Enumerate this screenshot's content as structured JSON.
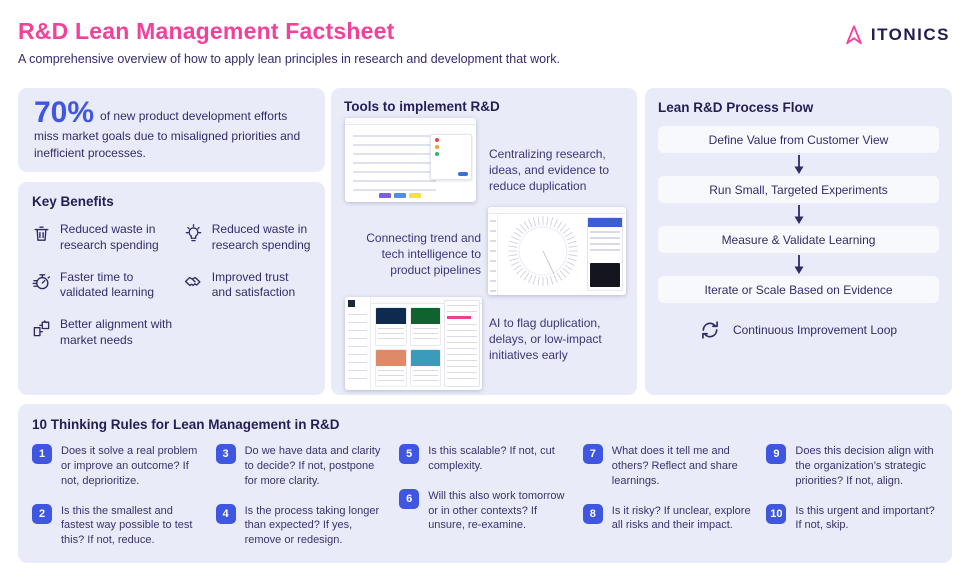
{
  "colors": {
    "accent_pink": "#f2419a",
    "accent_blue": "#4157e2",
    "navy": "#332c6b",
    "panel_bg": "#e9ebf8",
    "badge_blue": "#3f56e0"
  },
  "header": {
    "title": "R&D Lean Management Factsheet",
    "subtitle": "A comprehensive overview of how to apply lean principles in research and development that work.",
    "brand": "ITONICS",
    "logo_icon": "itonics-arrow-icon"
  },
  "stat_box": {
    "value": "70%",
    "text": "of new product development efforts miss market goals due to misaligned priorities and inefficient processes."
  },
  "key_benefits": {
    "heading": "Key Benefits",
    "items": [
      {
        "icon": "trash-icon",
        "label": "Reduced waste in research spending"
      },
      {
        "icon": "lightbulb-icon",
        "label": "Reduced waste in research spending"
      },
      {
        "icon": "stopwatch-icon",
        "label": "Faster time to validated learning"
      },
      {
        "icon": "handshake-icon",
        "label": "Improved trust and satisfaction"
      },
      {
        "icon": "puzzle-icon",
        "label": "Better alignment with market needs"
      }
    ]
  },
  "tools": {
    "heading": "Tools to implement R&D",
    "items": [
      {
        "thumbnail": "table-app-screenshot",
        "caption": "Centralizing research, ideas, and evidence to reduce duplication"
      },
      {
        "thumbnail": "radar-app-screenshot",
        "caption": "Connecting trend and tech intelligence to product pipelines"
      },
      {
        "thumbnail": "board-app-screenshot",
        "caption": "AI to flag duplication, delays, or low-impact initiatives early"
      }
    ]
  },
  "process_flow": {
    "heading": "Lean R&D Process Flow",
    "steps": [
      "Define Value from Customer View",
      "Run Small, Targeted Experiments",
      "Measure & Validate Learning",
      "Iterate or Scale Based on Evidence"
    ],
    "loop_icon": "refresh-loop-icon",
    "loop_label": "Continuous Improvement Loop"
  },
  "thinking_rules": {
    "heading": "10 Thinking Rules for Lean Management in R&D",
    "rules": [
      {
        "num": "1",
        "text": "Does it solve a real problem or improve an outcome? If not, deprioritize."
      },
      {
        "num": "2",
        "text": "Is this the smallest and fastest way possible to test this? If not, reduce."
      },
      {
        "num": "3",
        "text": "Do we have data and clarity to decide? If not, postpone for more clarity."
      },
      {
        "num": "4",
        "text": "Is the process taking longer than expected? If yes, remove or redesign."
      },
      {
        "num": "5",
        "text": "Is this scalable? If not, cut complexity."
      },
      {
        "num": "6",
        "text": "Will this also work tomorrow or in other contexts? If unsure, re-examine."
      },
      {
        "num": "7",
        "text": "What does it tell me and others? Reflect and share learnings."
      },
      {
        "num": "8",
        "text": "Is it risky? If unclear, explore all risks and their impact."
      },
      {
        "num": "9",
        "text": "Does this decision align with the organization’s strategic priorities? If not, align."
      },
      {
        "num": "10",
        "text": "Is this urgent and important? If not, skip."
      }
    ]
  }
}
